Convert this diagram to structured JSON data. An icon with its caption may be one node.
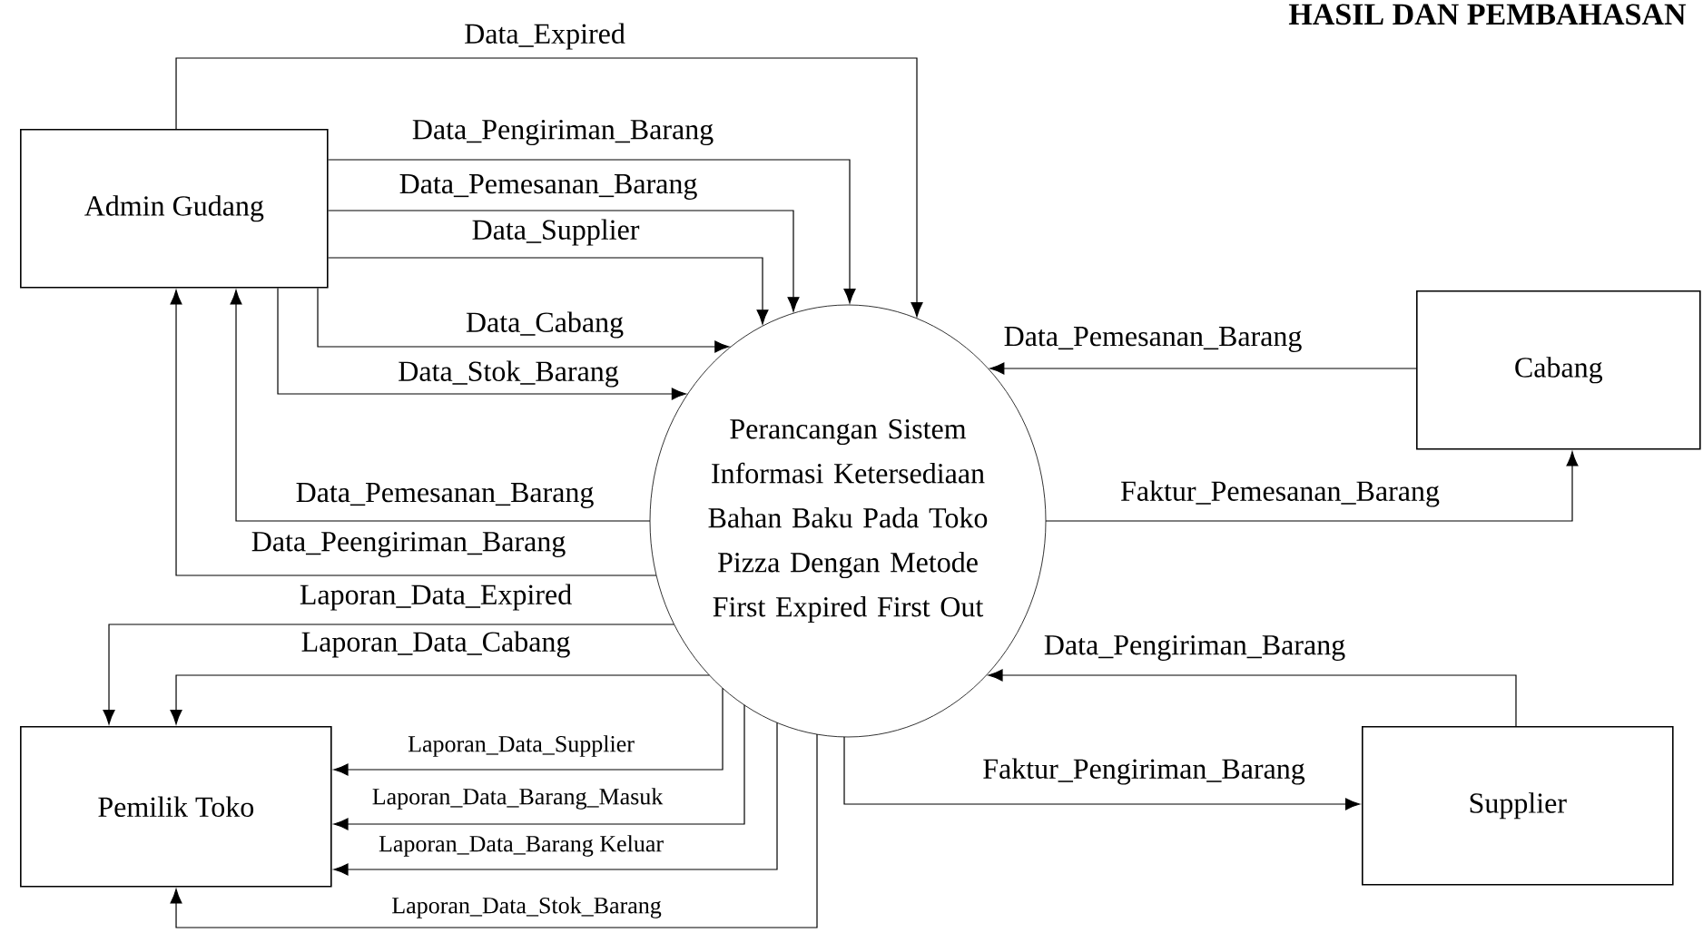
{
  "diagram": {
    "nodes": [
      {
        "text": [
          "Admin Gudang"
        ]
      },
      {
        "text": [
          "Perancangan Sistem Informasi Ketersediaan Bahan Baku Pada Toko Pizza Dengan Metode First Expired First Out"
        ]
      },
      {
        "text": [
          "Cabang"
        ]
      },
      {
        "text": [
          "Pemilik Toko"
        ]
      },
      {
        "text": [
          "Supplier"
        ]
      }
    ],
    "edges": [
      {
        "from": 0,
        "to": 1,
        "arrow": "to",
        "label": "Data_Expired"
      },
      {
        "from": 0,
        "to": 1,
        "arrow": "to",
        "label": "Data_Pengiriman_Barang"
      },
      {
        "from": 0,
        "to": 1,
        "arrow": "to",
        "label": "Data_Pemesanan_Barang"
      },
      {
        "from": 0,
        "to": 1,
        "arrow": "to",
        "label": "Data_Supplier"
      },
      {
        "from": 0,
        "to": 1,
        "arrow": "to",
        "label": "Data_Cabang"
      },
      {
        "from": 0,
        "to": 1,
        "arrow": "to",
        "label": "Data_Stok_Barang"
      },
      {
        "from": 1,
        "to": 0,
        "arrow": "to",
        "label": "Data_Pemesanan_Barang"
      },
      {
        "from": 1,
        "to": 0,
        "arrow": "to",
        "label": "Data_Peengiriman_Barang"
      },
      {
        "from": 1,
        "to": 3,
        "arrow": "to",
        "label": "Laporan_Data_Expired"
      },
      {
        "from": 1,
        "to": 3,
        "arrow": "to",
        "label": "Laporan_Data_Cabang"
      },
      {
        "from": 1,
        "to": 3,
        "arrow": "to",
        "label": "Laporan_Data_Supplier"
      },
      {
        "from": 1,
        "to": 3,
        "arrow": "to",
        "label": "Laporan_Data_Barang_Masuk"
      },
      {
        "from": 1,
        "to": 3,
        "arrow": "to",
        "label": "Laporan_Data_Barang Keluar"
      },
      {
        "from": 1,
        "to": 3,
        "arrow": "to",
        "label": "Laporan_Data_Stok_Barang"
      },
      {
        "from": 2,
        "to": 1,
        "arrow": "to",
        "label": "Data_Pemesanan_Barang"
      },
      {
        "from": 1,
        "to": 2,
        "arrow": "to",
        "label": "Faktur_Pemesanan_Barang"
      },
      {
        "from": 4,
        "to": 1,
        "arrow": "to",
        "label": "Data_Pengiriman_Barang"
      },
      {
        "from": 1,
        "to": 4,
        "arrow": "to",
        "label": "Faktur_Pengiriman_Barang"
      }
    ],
    "labels": [
      "HASIL DAN PEMBAHASAN"
    ]
  }
}
